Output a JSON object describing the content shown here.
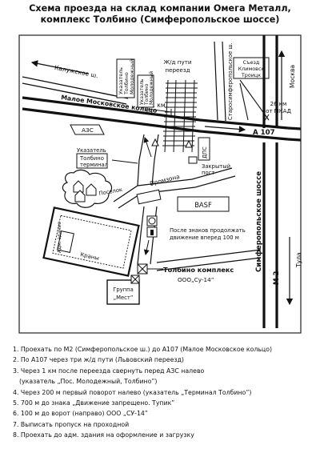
{
  "title": {
    "line1": "Схема проезда  на склад  компании Омега Металл,",
    "line2": "комплекс Толбино  (Симферопольское шоссе)"
  },
  "map": {
    "kaluzhskoe": "Калужское ш.",
    "malo_moskovskoe": "Малое Московское кольцо",
    "a107": "А 107",
    "railway": "Ж/д пути",
    "crossing": "переезд",
    "km_marker": "1 км",
    "sign_tolbino_molod": [
      "Указатель",
      "Толбино",
      "Молодежный"
    ],
    "sign_tolbino_molod_2": [
      "Указатель",
      "Толбино",
      "Молодежный"
    ],
    "starosimferopolskoe": "Старосимферопольское ш.",
    "klimovsk": [
      "Съезд",
      "Климовск",
      "Троицк"
    ],
    "moskva": "Москва",
    "km26": [
      "26 км",
      "от МКАД"
    ],
    "azs": "АЗС",
    "dps": "ДПС",
    "closed_post": [
      "Закрытый",
      "пост"
    ],
    "sign_terminal": [
      "Указатель",
      "Толбино",
      "терминал"
    ],
    "poselok": "Поселок",
    "promzona": "Промзона",
    "basf": "BASF",
    "simferopolskoe": "Симферопольское шоссе",
    "after_signs": [
      "После знаков продолжать",
      "движение вперед 100 м"
    ],
    "admin_building": [
      "Адм. здание"
    ],
    "cranes": "Краны",
    "tolbino_complex": "Толбино комплекс",
    "su14": "ООО„Су-14”",
    "group_mest": [
      "Группа",
      "„Мест”"
    ],
    "m2": "М 2",
    "tula": "Тула"
  },
  "instructions": [
    "1. Проехать по М2 (Симферопольское ш.) до А107 (Малое Московское кольцо)",
    "2. По А107 через три ж/д пути (Львовский переезд)",
    "3. Через 1 км после переезда свернуть перед АЗС налево",
    "   (указатель „Пос. Молодежный, Толбино”)",
    "4. Через 200 м первый поворот налево (указатель „Терминал Толбино”)",
    "5. 700 м до знака „Движение запрещено. Тупик”",
    "6. 100 м до ворот (направо) ООО „СУ-14”",
    "7.  Выписать пропуск на проходной",
    "8. Проехать до адм. здания на оформление и загрузку"
  ]
}
